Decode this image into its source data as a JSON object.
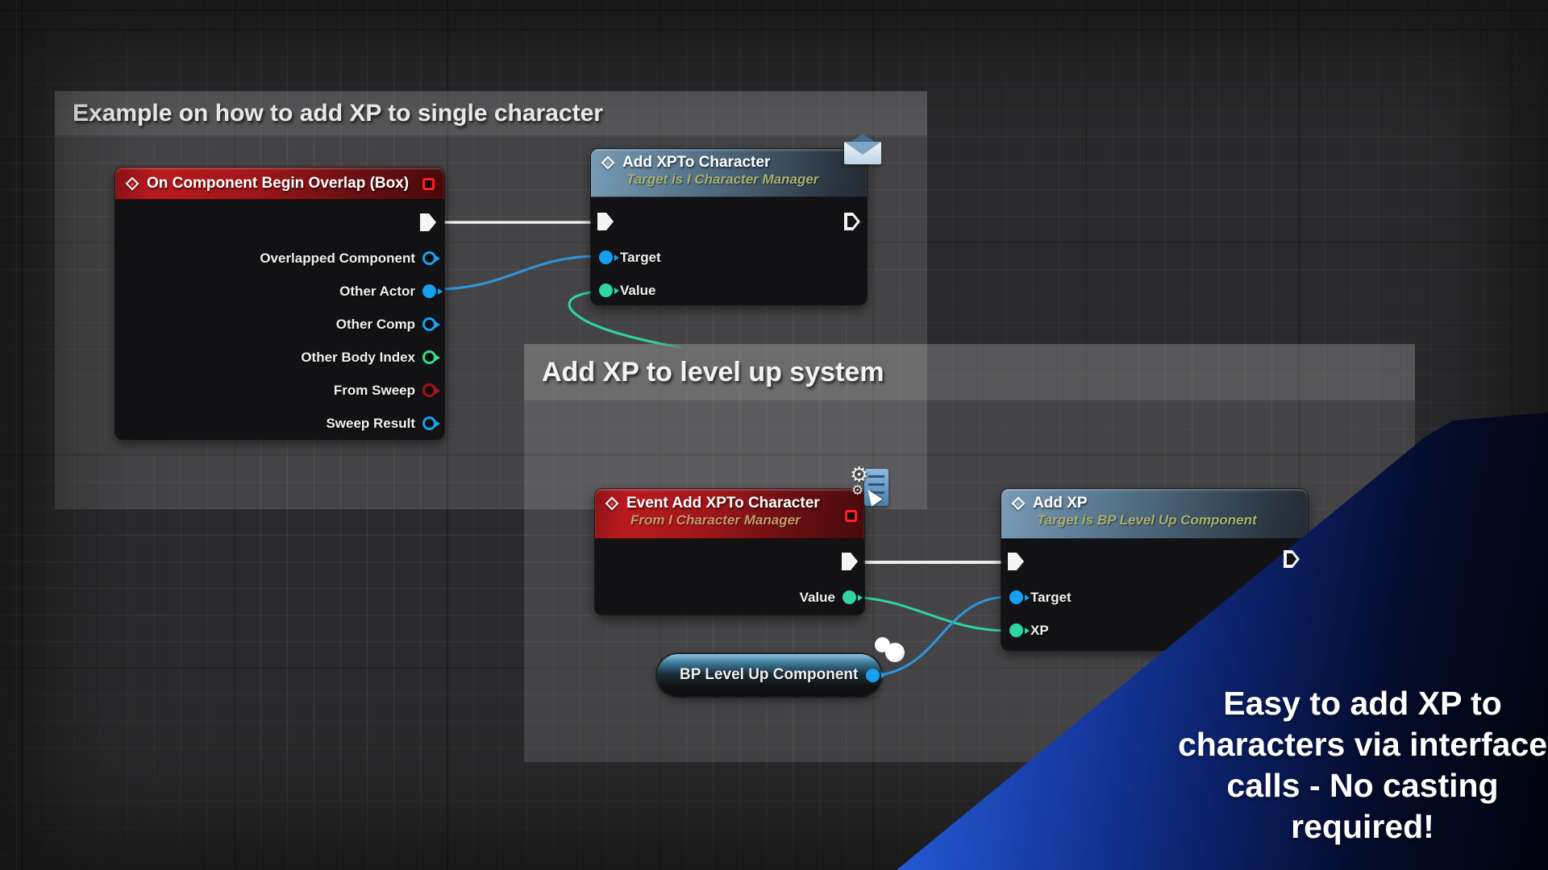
{
  "comments": [
    {
      "title": "Example on how to add XP to single character"
    },
    {
      "title": "Add XP to level up system"
    }
  ],
  "nodes": {
    "begin_overlap": {
      "title": "On Component Begin Overlap (Box)",
      "pins": [
        "Overlapped Component",
        "Other Actor",
        "Other Comp",
        "Other Body Index",
        "From Sweep",
        "Sweep Result"
      ]
    },
    "add_xpto_character": {
      "title": "Add XPTo Character",
      "subtitle": "Target is I Character Manager",
      "pins": [
        "Target",
        "Value"
      ]
    },
    "event_add_xpto_character": {
      "title": "Event Add XPTo Character",
      "subtitle": "From I Character Manager",
      "pins": [
        "Value"
      ]
    },
    "add_xp": {
      "title": "Add XP",
      "subtitle": "Target is BP Level Up Component",
      "pins": [
        "Target",
        "XP"
      ]
    },
    "bp_level_up_component": {
      "label": "BP Level Up Component"
    }
  },
  "banner": {
    "lines": [
      "Easy to add XP to",
      "characters via interface",
      "calls - No casting",
      "required!"
    ],
    "full_text": "Easy to add XP to characters via interface calls - No casting required!"
  },
  "colors": {
    "canvas_bg": "#2a2a2c",
    "event_header_red": "#a01619",
    "function_header_blue": "#5d7d96",
    "exec_wire": "#f2f2f2",
    "object_pin_blue": "#18a0f0",
    "value_pin_green": "#2fd6a0",
    "bool_pin_red": "#a81218",
    "banner_blue": "#2f6bea"
  }
}
